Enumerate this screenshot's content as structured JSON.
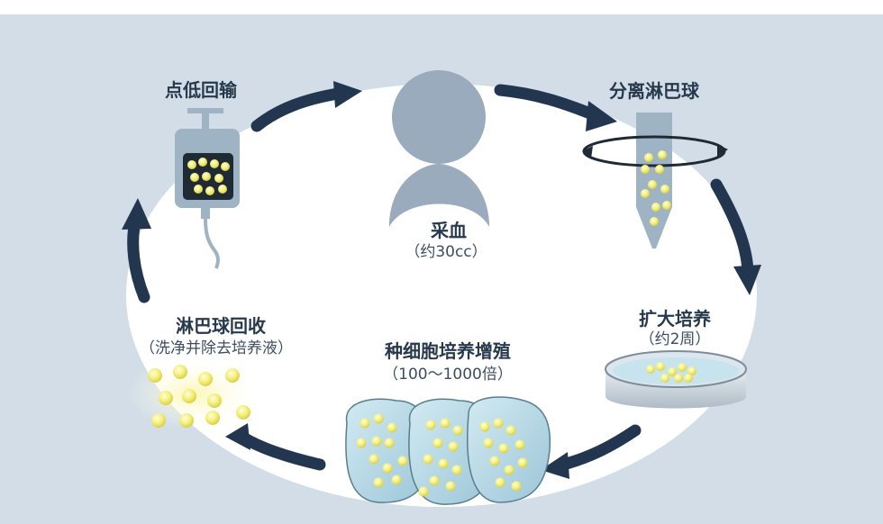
{
  "steps": {
    "blood_draw": {
      "label": "采血",
      "note": "（约30cc）"
    },
    "separate": {
      "label": "分离淋巴球"
    },
    "expand": {
      "label": "扩大培养",
      "note": "（约2周）"
    },
    "proliferate": {
      "label": "种细胞培养增殖",
      "note": "（100～1000倍）"
    },
    "recover": {
      "label": "淋巴球回收",
      "note": "（洗净并除去培养液）"
    },
    "reinfuse": {
      "label": "点低回输"
    }
  },
  "colors": {
    "background": "#d2dde7",
    "ellipse": "#ffffff",
    "arrow": "#223650",
    "blood": "#99abbd",
    "cell_yellow": "#f4f07a",
    "cluster": "#b9d9e6",
    "tube": "#9eb3c4"
  }
}
